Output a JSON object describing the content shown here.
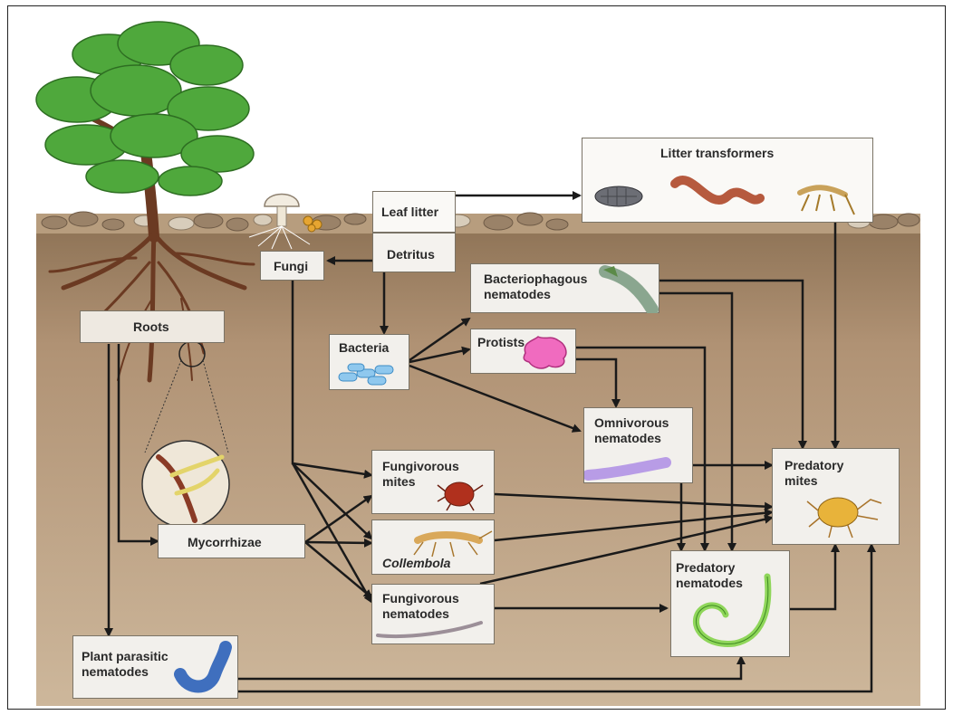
{
  "nodes": {
    "litter_transformers": "Litter transformers",
    "leaf_litter": "Leaf litter",
    "detritus": "Detritus",
    "fungi": "Fungi",
    "roots": "Roots",
    "bacteria": "Bacteria",
    "bacteriophagous_nematodes": [
      "Bacteriophagous",
      "nematodes"
    ],
    "protists": "Protists",
    "omnivorous_nematodes": [
      "Omnivorous",
      "nematodes"
    ],
    "fungivorous_mites": [
      "Fungivorous",
      "mites"
    ],
    "collembola": "Collembola",
    "fungivorous_nematodes": [
      "Fungivorous",
      "nematodes"
    ],
    "mycorrhizae": "Mycorrhizae",
    "predatory_mites": [
      "Predatory",
      "mites"
    ],
    "predatory_nematodes": [
      "Predatory",
      "nematodes"
    ],
    "plant_parasitic_nematodes": [
      "Plant parasitic",
      "nematodes"
    ]
  },
  "colors": {
    "soil": "#a88a6c",
    "soil_light": "#c9b396",
    "box_fill": "#f2f0ec",
    "arrow": "#1a1a1a",
    "tree_leaves": "#4fa83c",
    "tree_trunk": "#6b3a22"
  }
}
